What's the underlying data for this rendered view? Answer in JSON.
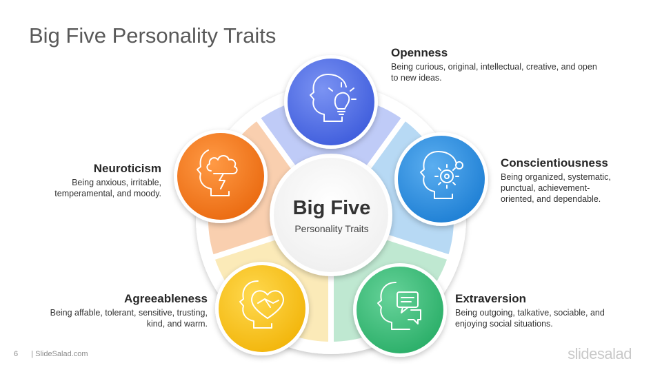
{
  "title": "Big Five Personality Traits",
  "center": {
    "title": "Big Five",
    "subtitle": "Personality Traits"
  },
  "traits": [
    {
      "name": "Openness",
      "description_lines": [
        "Being curious, original, intellectual, creative, and open",
        "to new ideas."
      ],
      "color": "#4F6FE8",
      "segment_color": "#BFCBF7",
      "icon": "head-lightbulb-icon"
    },
    {
      "name": "Conscientiousness",
      "description_lines": [
        "Being organized, systematic,",
        "punctual, achievement-",
        "oriented, and dependable."
      ],
      "color": "#2D8FE0",
      "segment_color": "#B7D9F4",
      "icon": "head-gear-icon"
    },
    {
      "name": "Extraversion",
      "description_lines": [
        "Being outgoing, talkative, sociable, and",
        "enjoying social situations."
      ],
      "color": "#3DBE7A",
      "segment_color": "#BFE8D1",
      "icon": "head-chat-icon"
    },
    {
      "name": "Agreeableness",
      "description_lines": [
        "Being affable, tolerant, sensitive, trusting,",
        "kind, and warm."
      ],
      "color": "#F6C21C",
      "segment_color": "#FBEAB8",
      "icon": "head-handshake-heart-icon"
    },
    {
      "name": "Neuroticism",
      "description_lines": [
        "Being anxious, irritable,",
        "temperamental, and moody."
      ],
      "color": "#F07A1F",
      "segment_color": "#F9CFAF",
      "icon": "head-storm-cloud-icon"
    }
  ],
  "footer": {
    "page_number": "6",
    "source": "| SlideSalad.com",
    "brand": "slidesalad"
  }
}
